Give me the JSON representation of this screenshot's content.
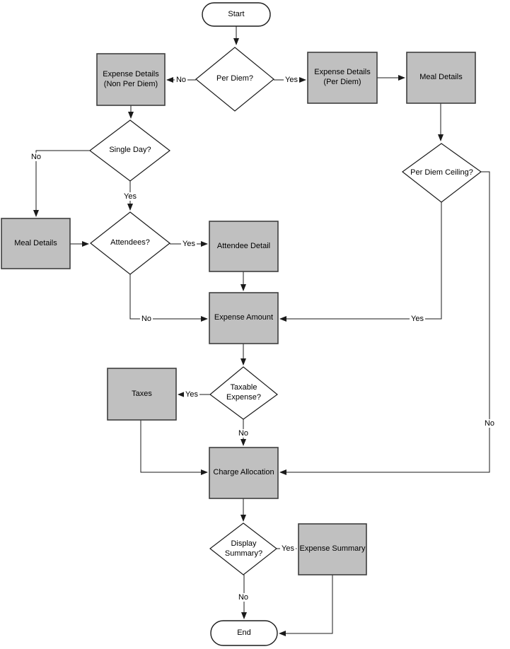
{
  "diagram": {
    "description": "Expense entry process flowchart",
    "nodes": {
      "start": {
        "type": "terminator",
        "label": "Start"
      },
      "per_diem": {
        "type": "decision",
        "label": "Per Diem?"
      },
      "expense_details_non_per_diem": {
        "type": "process",
        "label": "Expense Details (Non Per Diem)"
      },
      "expense_details_per_diem": {
        "type": "process",
        "label": "Expense Details (Per Diem)"
      },
      "meal_details_top": {
        "type": "process",
        "label": "Meal Details"
      },
      "single_day": {
        "type": "decision",
        "label": "Single Day?"
      },
      "per_diem_ceiling": {
        "type": "decision",
        "label": "Per Diem Ceiling?"
      },
      "meal_details_left": {
        "type": "process",
        "label": "Meal Details"
      },
      "attendees": {
        "type": "decision",
        "label": "Attendees?"
      },
      "attendee_detail": {
        "type": "process",
        "label": "Attendee Detail"
      },
      "expense_amount": {
        "type": "process",
        "label": "Expense Amount"
      },
      "taxable_expense": {
        "type": "decision",
        "label": "Taxable Expense?"
      },
      "taxes": {
        "type": "process",
        "label": "Taxes"
      },
      "charge_allocation": {
        "type": "process",
        "label": "Charge Allocation"
      },
      "display_summary": {
        "type": "decision",
        "label": "Display Summary?"
      },
      "expense_summary": {
        "type": "process",
        "label": "Expense Summary"
      },
      "end": {
        "type": "terminator",
        "label": "End"
      }
    },
    "edge_labels": {
      "per_diem_no": "No",
      "per_diem_yes": "Yes",
      "single_day_no": "No",
      "single_day_yes": "Yes",
      "attendees_yes": "Yes",
      "attendees_no": "No",
      "ceiling_yes": "Yes",
      "ceiling_no": "No",
      "taxable_yes": "Yes",
      "taxable_no": "No",
      "display_yes": "Yes",
      "display_no": "No"
    },
    "colors": {
      "process_fill": "#c0c0c0",
      "shape_stroke": "#3f3f3f",
      "line_color": "#1a1a1a",
      "background": "#ffffff",
      "text_color": "#000000"
    }
  }
}
